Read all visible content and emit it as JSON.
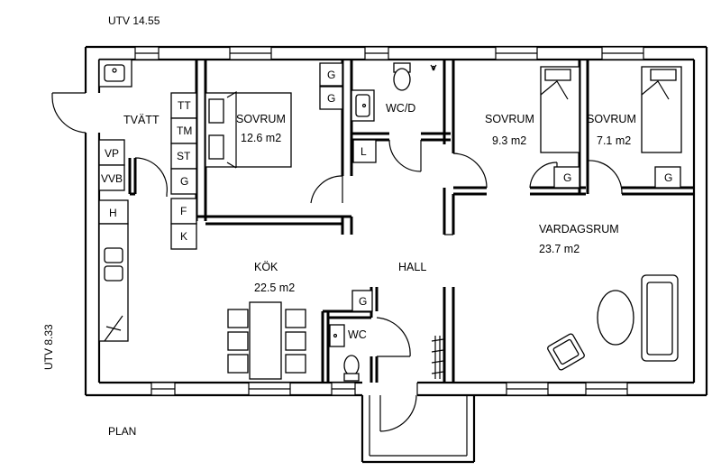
{
  "plan": {
    "title": "PLAN",
    "width_dim": "UTV 14.55",
    "depth_dim": "UTV 8.33"
  },
  "rooms": {
    "tvatt": {
      "name": "TVÄTT"
    },
    "sovrum1": {
      "name": "SOVRUM",
      "area": "12.6 m2"
    },
    "wcd": {
      "name": "WC/D"
    },
    "sovrum2": {
      "name": "SOVRUM",
      "area": "9.3 m2"
    },
    "sovrum3": {
      "name": "SOVRUM",
      "area": "7.1 m2"
    },
    "vardagsrum": {
      "name": "VARDAGSRUM",
      "area": "23.7 m2"
    },
    "kok": {
      "name": "KÖK",
      "area": "22.5 m2"
    },
    "hall": {
      "name": "HALL"
    },
    "wc": {
      "name": "WC"
    }
  },
  "fixtures": {
    "tt": "TT",
    "tm": "TM",
    "st": "ST",
    "g": "G",
    "f": "F",
    "k": "K",
    "vp": "VP",
    "vvb": "VVB",
    "h": "H",
    "l": "L"
  }
}
